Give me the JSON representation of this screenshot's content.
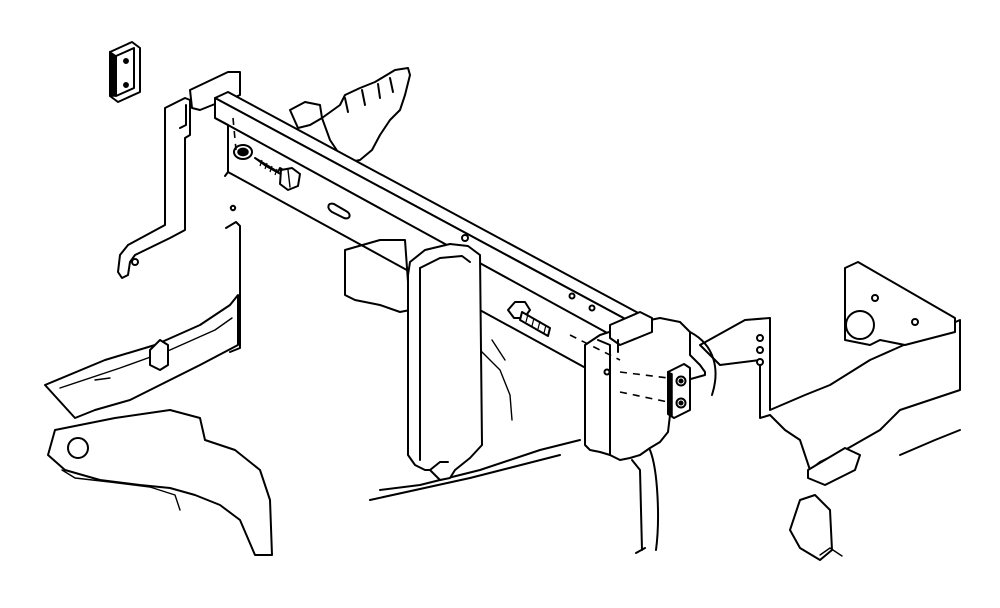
{
  "figure": {
    "kind": "exploded-parts-line-drawing",
    "parts": [
      {
        "name": "spacer-plate",
        "icon": "two-hole-plate"
      },
      {
        "name": "crossmember-bar",
        "icon": "angle-bar"
      },
      {
        "name": "left-hex-bolt",
        "icon": "hex-bolt"
      },
      {
        "name": "left-washer",
        "icon": "washer"
      },
      {
        "name": "right-hex-bolt",
        "icon": "hex-bolt"
      },
      {
        "name": "right-nut-plate",
        "icon": "two-hole-plate"
      },
      {
        "name": "left-side-bracket",
        "icon": "bracket"
      },
      {
        "name": "right-side-bracket",
        "icon": "bracket"
      },
      {
        "name": "center-support-plate",
        "icon": "plate"
      },
      {
        "name": "chassis-frame",
        "icon": "frame"
      }
    ],
    "colors": {
      "line": "#000000",
      "background": "#ffffff"
    }
  }
}
